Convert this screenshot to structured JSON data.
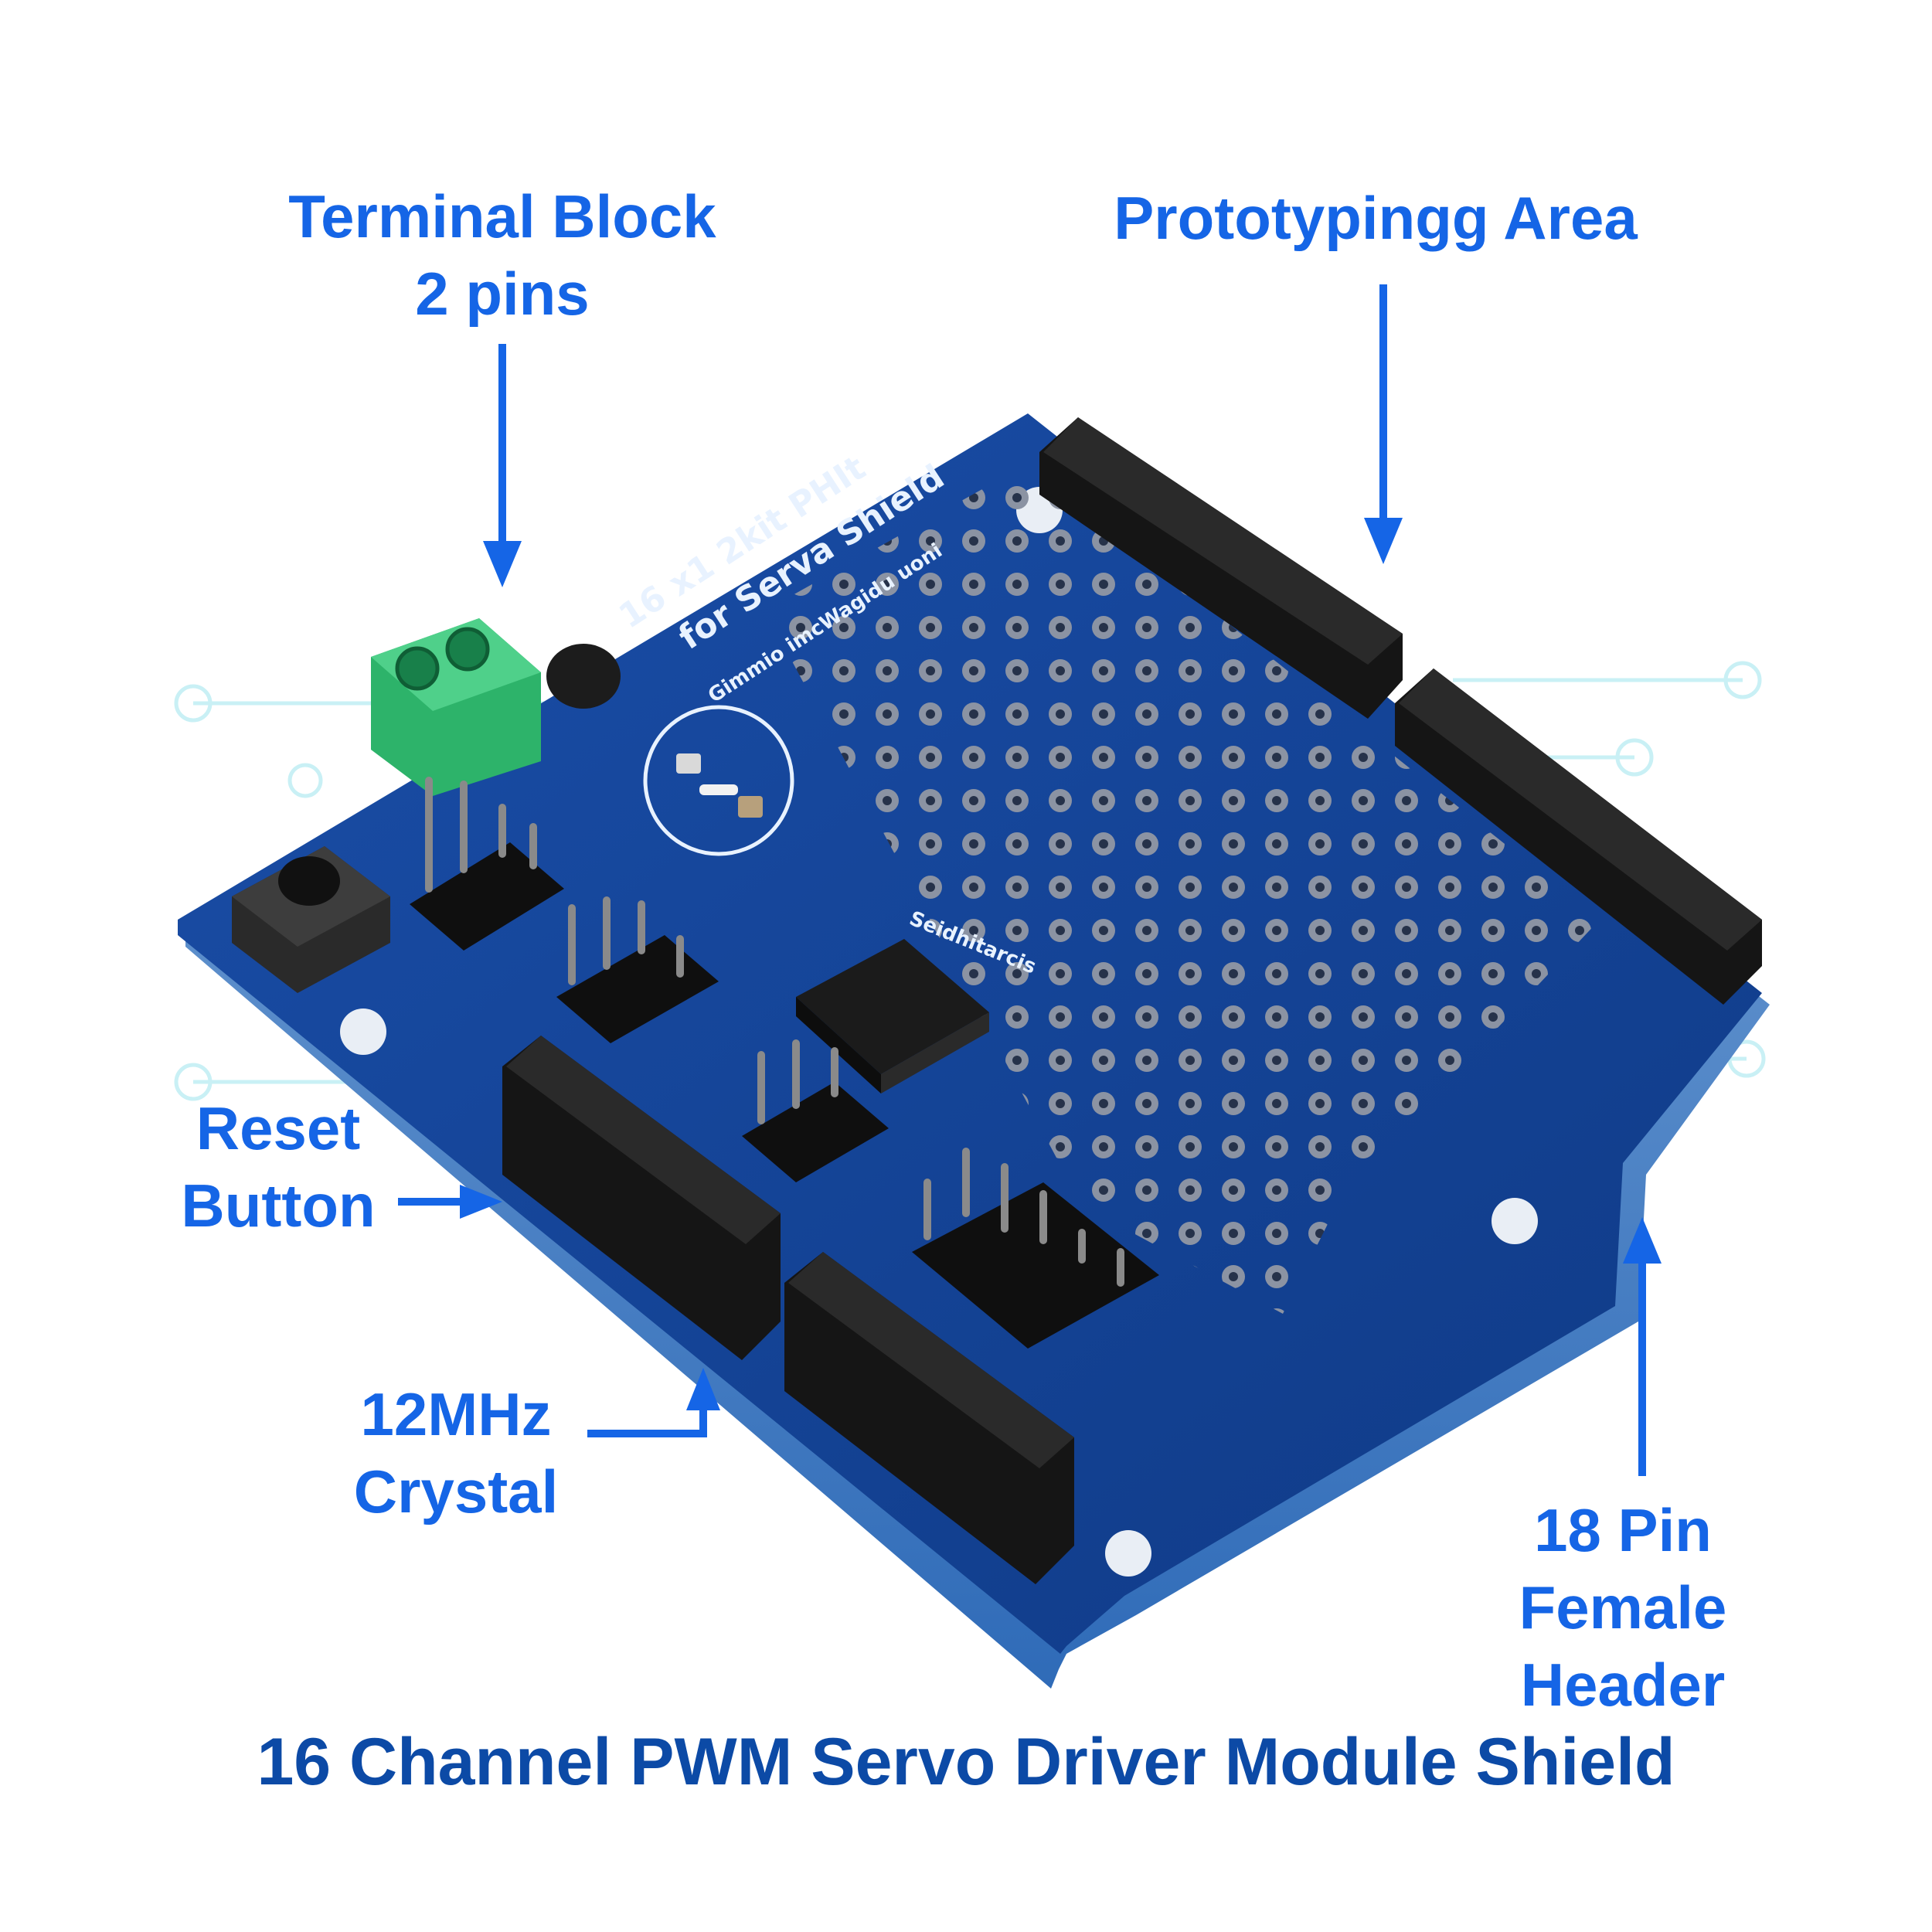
{
  "callouts": {
    "terminal_block": [
      "Terminal Block",
      "2 pins"
    ],
    "prototyping_area": "Prototypingg Area",
    "reset_button": [
      "Reset",
      "Button"
    ],
    "crystal": [
      "12MHz",
      "Crystal"
    ],
    "female_header": [
      "18 Pin",
      "Female",
      "Header"
    ]
  },
  "caption": "16 Channel PWM Servo Driver Module Shield",
  "board_silkscreen": {
    "title_line1": "16 x1 2kit PHIt",
    "title_line2": "for Serva Shield",
    "subtitle": "Gimmio imcWagidu uoni",
    "ic_label": "Seidhitarcis"
  },
  "colors": {
    "label": "#1565e6",
    "caption": "#0c4aa6",
    "pcb": "#123f8f",
    "header": "#111111",
    "terminal": "#2db36a"
  },
  "icons": [
    "arrow-down-icon",
    "arrow-right-icon",
    "arrow-up-icon"
  ]
}
